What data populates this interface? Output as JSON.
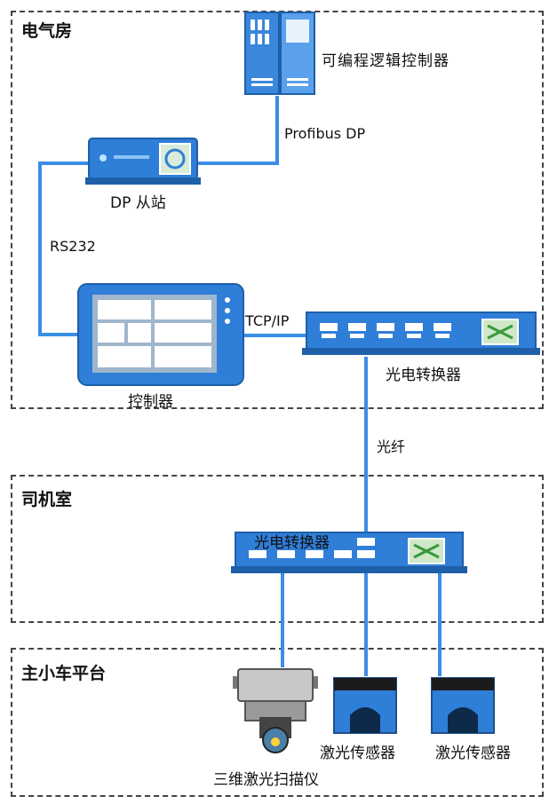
{
  "zones": {
    "electrical_room": "电气房",
    "driver_cab": "司机室",
    "main_trolley": "主小车平台"
  },
  "devices": {
    "plc": "可编程逻辑控制器",
    "dp_slave": "DP 从站",
    "controller": "控制器",
    "media_converter_top": "光电转换器",
    "media_converter_cab": "光电转换器",
    "scanner_3d": "三维激光扫描仪",
    "laser_sensor_1": "激光传感器",
    "laser_sensor_2": "激光传感器"
  },
  "links": {
    "profibus": "Profibus DP",
    "rs232": "RS232",
    "tcpip": "TCP/IP",
    "fiber": "光纤"
  },
  "colors": {
    "device_blue": "#2f7ed8",
    "device_dark": "#1f5fa8",
    "cable": "#3a8ee6",
    "zone_border": "#444444"
  }
}
